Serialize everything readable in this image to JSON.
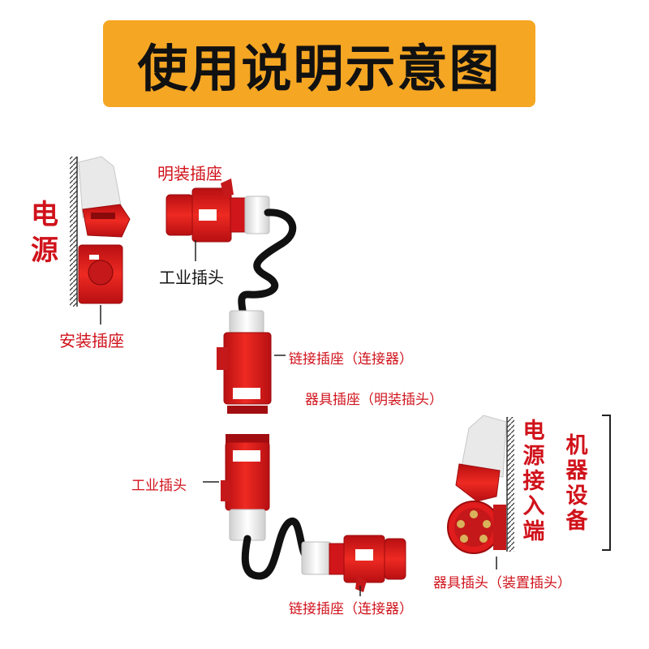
{
  "title": "使用说明示意图",
  "labels": {
    "power_source": "电源",
    "surface_socket": "明装插座",
    "industrial_plug_1": "工业插头",
    "panel_socket": "安装插座",
    "link_socket_1": "链接插座（连接器）",
    "appliance_socket": "器具插座（明装插头）",
    "industrial_plug_2": "工业插头",
    "link_socket_2": "链接插座（连接器）",
    "power_inlet": "电源接入端",
    "machine_equipment": "机器设备",
    "appliance_plug": "器具插头（装置插头）"
  },
  "colors": {
    "banner": "#f5a623",
    "connector_red": "#e11c1c",
    "label_red": "#d0121b",
    "cable": "#111111",
    "grip_white": "#eeeeee"
  }
}
